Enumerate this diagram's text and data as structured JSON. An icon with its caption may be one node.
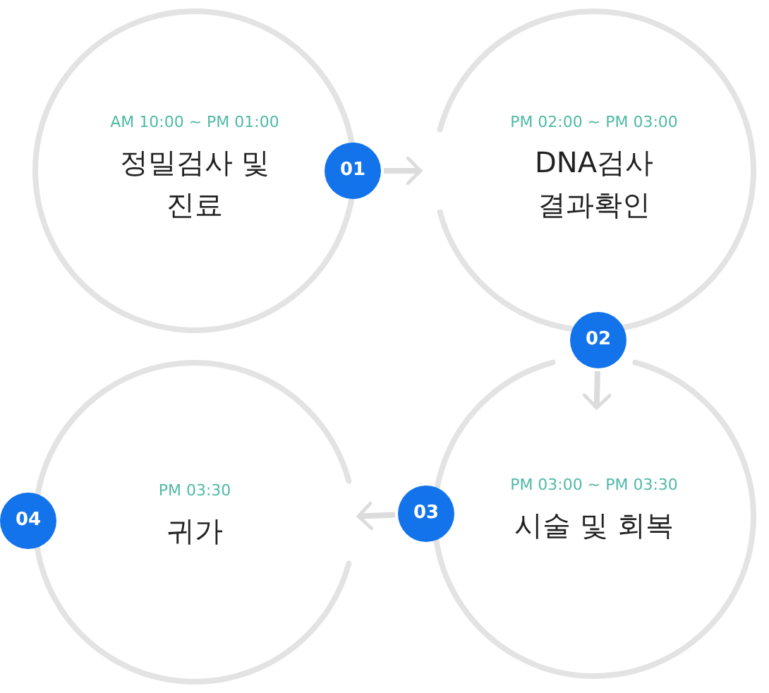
{
  "diagram": {
    "nodes": [
      {
        "text": [
          "AM 10:00 ~ PM 01:00",
          "정밀검사 및 진료"
        ]
      },
      {
        "text": [
          "PM 02:00 ~ PM 03:00",
          "DNA검사 결과확인"
        ]
      },
      {
        "text": [
          "PM 03:00 ~ PM 03:30",
          "시술 및 회복"
        ]
      },
      {
        "text": [
          "PM 03:30",
          "귀가"
        ]
      },
      {
        "text": [
          "01"
        ]
      },
      {
        "text": [
          "02"
        ]
      },
      {
        "text": [
          "03"
        ]
      },
      {
        "text": [
          "04"
        ]
      }
    ],
    "edges": [
      {
        "from": 4,
        "to": 1,
        "arrow": "to"
      },
      {
        "from": 5,
        "to": 2,
        "arrow": "to"
      },
      {
        "from": 6,
        "to": 3,
        "arrow": "to"
      }
    ]
  }
}
